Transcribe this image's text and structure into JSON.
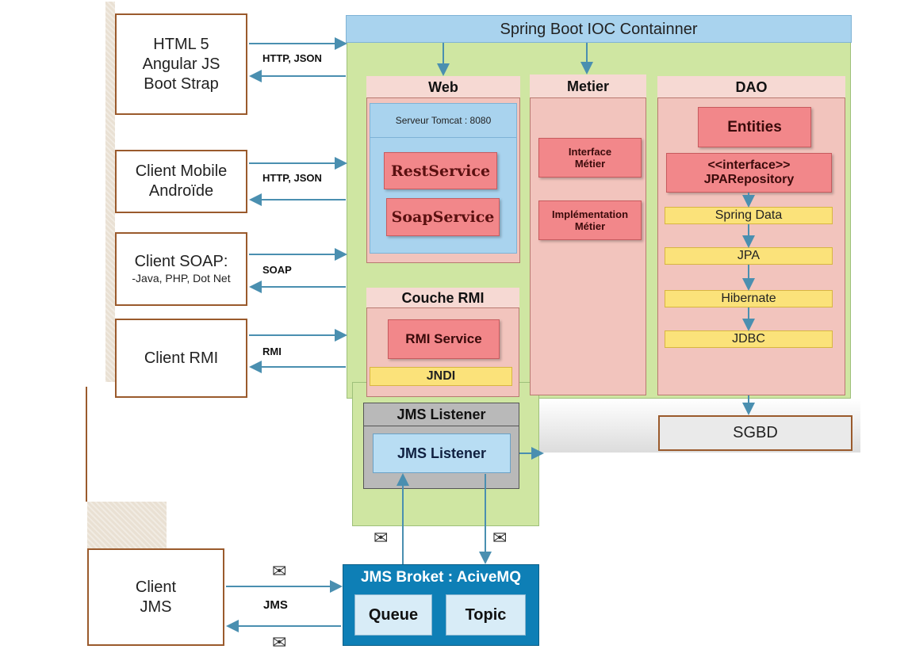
{
  "clients": {
    "html5": {
      "lines": [
        "HTML 5",
        "Angular JS",
        "Boot Strap"
      ],
      "protocol": "HTTP, JSON"
    },
    "mobile": {
      "lines": [
        "Client Mobile",
        "Androïde"
      ],
      "protocol": "HTTP, JSON"
    },
    "soap": {
      "line1": "Client SOAP:",
      "line2": "-Java, PHP, Dot Net",
      "protocol": "SOAP"
    },
    "rmi": {
      "line1": "Client RMI",
      "protocol": "RMI"
    },
    "jms": {
      "lines": [
        "Client",
        "JMS"
      ],
      "protocol": "JMS"
    }
  },
  "container": {
    "title": "Spring Boot IOC Containner"
  },
  "web": {
    "title": "Web",
    "server": "Serveur Tomcat : 8080",
    "rest": "RestService",
    "soap": "SoapService"
  },
  "metier": {
    "title": "Metier",
    "interface_lines": [
      "Interface",
      "Métier"
    ],
    "impl_lines": [
      "Implémentation",
      "Métier"
    ]
  },
  "dao": {
    "title": "DAO",
    "entities": "Entities",
    "repo_lines": [
      "<<interface>>",
      "JPARepository"
    ],
    "layers": [
      "Spring Data",
      "JPA",
      "Hibernate",
      "JDBC"
    ]
  },
  "rmi": {
    "title": "Couche RMI",
    "service": "RMI Service",
    "jndi": "JNDI"
  },
  "jms_listener": {
    "title": "JMS Listener",
    "inner": "JMS Listener"
  },
  "sgbd": "SGBD",
  "broker": {
    "title": "JMS Broket : AciveMQ",
    "queue": "Queue",
    "topic": "Topic"
  },
  "icons": {
    "message": "envelope-icon"
  },
  "colors": {
    "client_border": "#9a5a2c",
    "container": "#cfe6a2",
    "title_bar": "#a9d3ee",
    "panel": "#f2c4bd",
    "red_button": "#f2878a",
    "yellow": "#fbe27a",
    "arrow": "#4a8fb0",
    "broker": "#0e7fb6"
  }
}
